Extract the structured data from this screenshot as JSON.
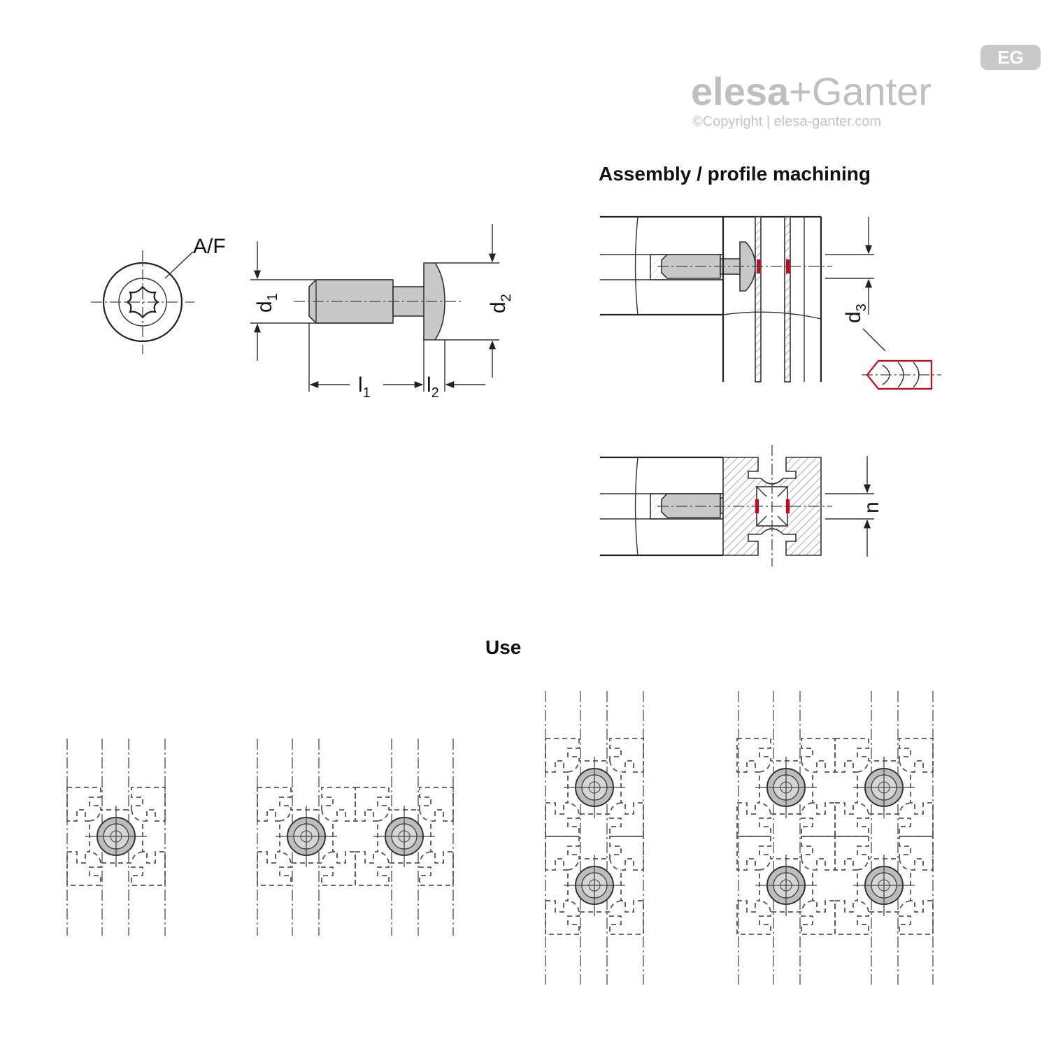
{
  "brand": {
    "name_part1": "elesa",
    "name_plus": "+",
    "name_part2": "Ganter",
    "copyright": "©Copyright | elesa-ganter.com",
    "badge": "EG",
    "color": "#bfbfbf"
  },
  "headings": {
    "assembly": "Assembly / profile machining",
    "use": "Use"
  },
  "dimensions": {
    "af": "A/F",
    "d1": "d",
    "d1_sub": "1",
    "d2": "d",
    "d2_sub": "2",
    "d3": "d",
    "d3_sub": "3",
    "l1": "l",
    "l1_sub": "1",
    "l2": "l",
    "l2_sub": "2",
    "n": "n"
  },
  "colors": {
    "line": "#222222",
    "screw_fill": "#c8c8c8",
    "highlight": "#d0021b"
  }
}
